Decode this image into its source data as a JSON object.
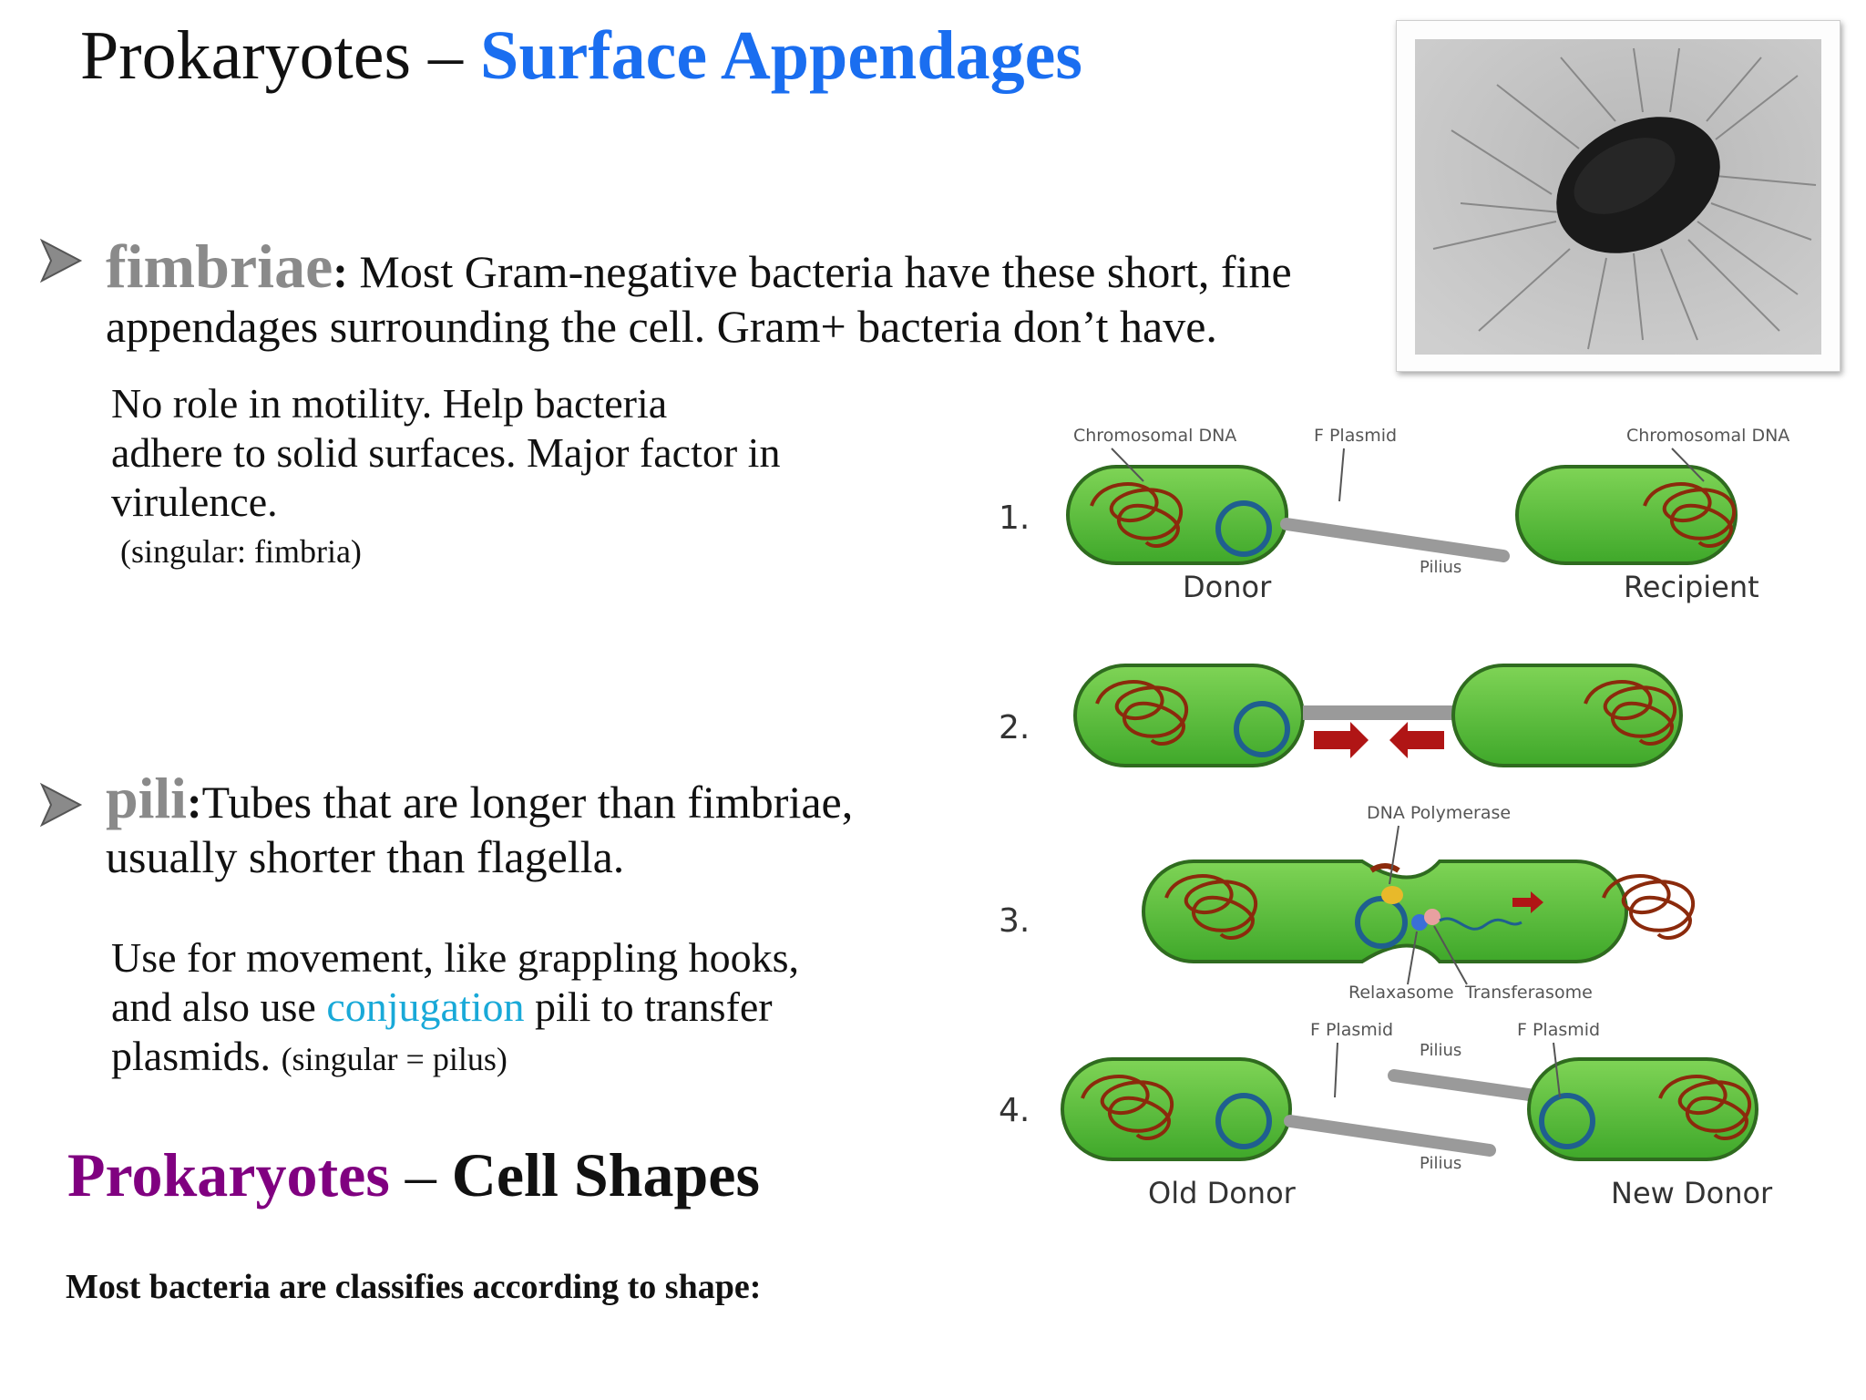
{
  "title": {
    "main": "Prokaryotes",
    "dash": " – ",
    "accent": "Surface Appendages"
  },
  "fimbriae": {
    "term": "fimbriae",
    "colon": ":",
    "line1": " Most Gram-negative bacteria have these short, fine",
    "line2": "appendages surrounding the cell. Gram+ bacteria don’t have.",
    "detail1": "No role in motility. Help bacteria",
    "detail2": "adhere to solid surfaces. Major factor in",
    "detail3": "virulence.",
    "singular": "(singular: fimbria)"
  },
  "pili": {
    "term": "pili",
    "colon": ":",
    "line1": "Tubes that are longer than fimbriae,",
    "line2": "usually shorter than flagella.",
    "detail1": "Use for movement, like grappling   hooks,",
    "detail2_pre": "and also use ",
    "detail2_link": "conjugation",
    "detail2_post": " pili to transfer",
    "detail3": "plasmids. ",
    "singular": "(singular = pilus)"
  },
  "cell_shapes": {
    "accent": "Prokaryotes",
    "dash": " – ",
    "rest": "Cell Shapes"
  },
  "note": "Most bacteria are classifies according to shape:",
  "diagram": {
    "step1": "1.",
    "step2": "2.",
    "step3": "3.",
    "step4": "4.",
    "chromosomal_dna_left": "Chromosomal DNA",
    "chromosomal_dna_right": "Chromosomal DNA",
    "f_plasmid_top": "F Plasmid",
    "pilius1": "Pilius",
    "donor": "Donor",
    "recipient": "Recipient",
    "dna_polymerase": "DNA Polymerase",
    "relaxasome": "Relaxasome",
    "transferasome": "Transferasome",
    "f_plasmid_left4": "F Plasmid",
    "f_plasmid_right4": "F Plasmid",
    "pilius4_top": "Pilius",
    "pilius4_bottom": "Pilius",
    "old_donor": "Old Donor",
    "new_donor": "New Donor"
  },
  "colors": {
    "accent_blue": "#1a6ef0",
    "purple": "#800080",
    "cyan": "#19a9d8",
    "cell_green": "#5fc13b",
    "dna_red": "#8b2a0c",
    "plasmid_blue": "#1f5f8f",
    "arrow_red": "#b01515"
  }
}
